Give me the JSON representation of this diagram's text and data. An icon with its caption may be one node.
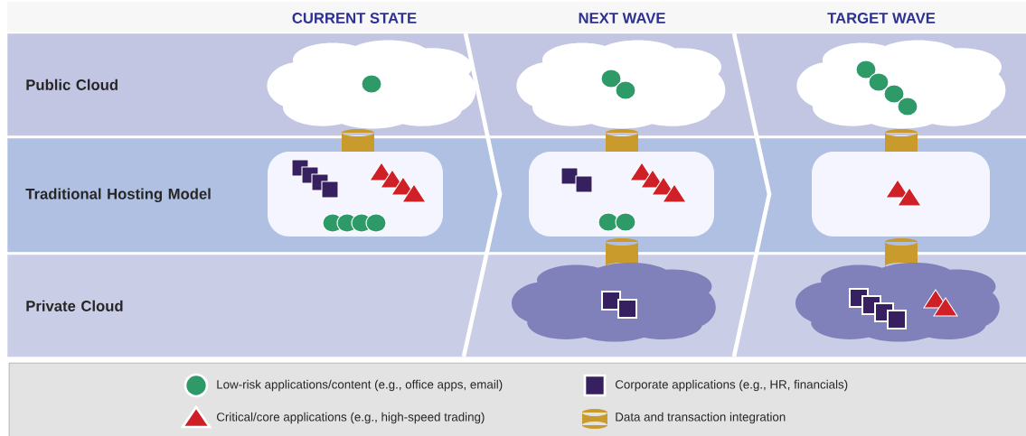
{
  "diagram": {
    "nodes": [
      {
        "text": [
          "Public Cloud"
        ]
      },
      {
        "text": [
          "Traditional Hosting Model"
        ]
      },
      {
        "text": [
          "Private Cloud"
        ]
      }
    ],
    "labels": [
      "CURRENT STATE",
      "NEXT WAVE",
      "TARGET WAVE"
    ],
    "legend": [
      {
        "text": "Low-risk applications/content (e.g., office apps, email)",
        "color": "#2e9a68"
      },
      {
        "text": "Corporate applications (e.g., HR, financials)",
        "color": "#36205f"
      },
      {
        "text": "Critical/core applications (e.g., high-speed trading)",
        "color": "#d02027"
      },
      {
        "text": "Data and transaction integration",
        "color": "#c99a2c"
      }
    ]
  }
}
